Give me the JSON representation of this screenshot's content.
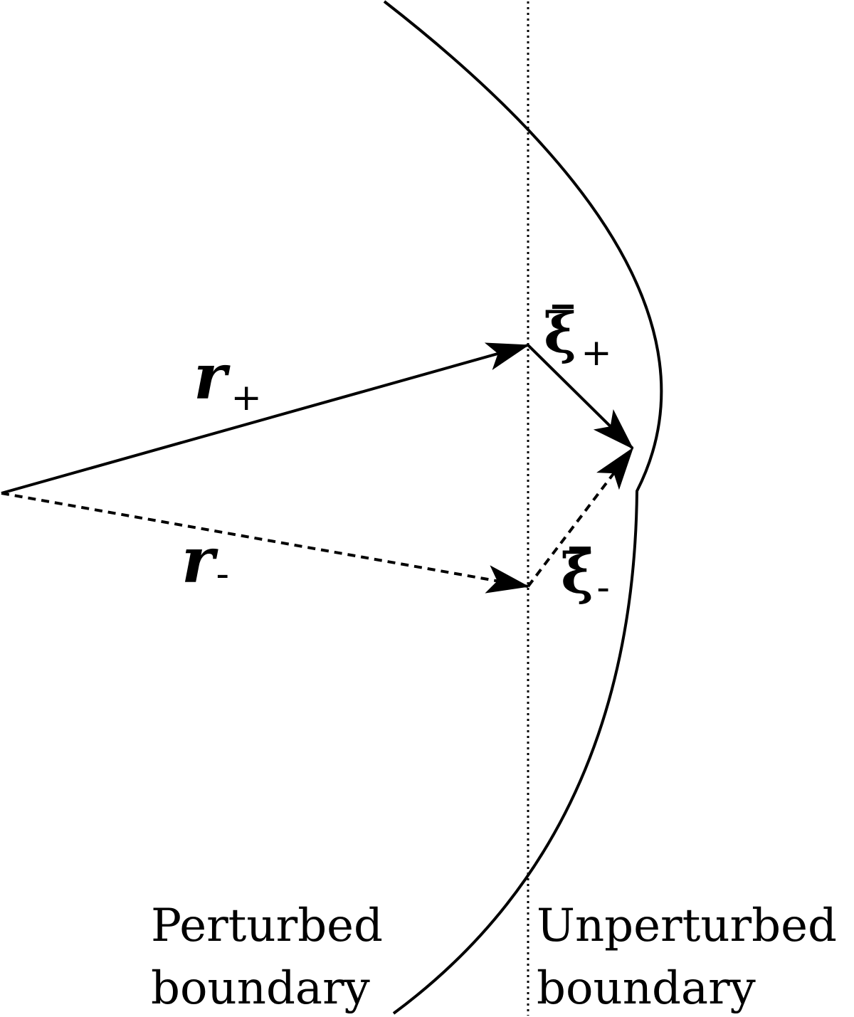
{
  "labels": {
    "r_plus": {
      "symbol": "r",
      "sub": "+"
    },
    "r_minus": {
      "symbol": "r",
      "sub": "-"
    },
    "xi_plus": {
      "symbol": "ξ",
      "sub": "+"
    },
    "xi_minus": {
      "symbol": "ξ",
      "sub": "-"
    }
  },
  "captions": {
    "perturbed": [
      "Perturbed",
      "boundary"
    ],
    "unperturbed": [
      "Unperturbed",
      "boundary"
    ]
  },
  "colors": {
    "stroke": "#000000",
    "background": "#ffffff"
  }
}
